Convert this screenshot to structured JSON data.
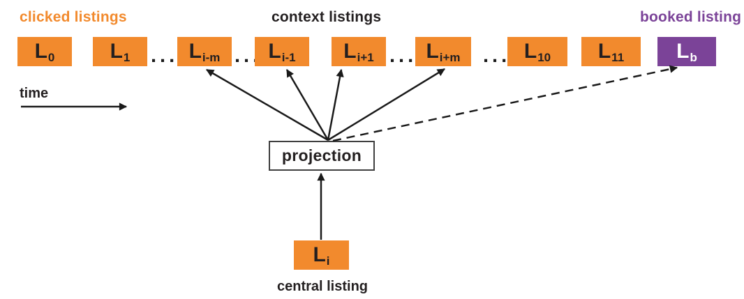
{
  "labels": {
    "clicked": "clicked listings",
    "context": "context listings",
    "booked": "booked listing",
    "time": "time",
    "projection": "projection",
    "central": "central listing"
  },
  "row": {
    "dots": "...",
    "boxes": {
      "l0": {
        "base": "L",
        "sub": "0"
      },
      "l1": {
        "base": "L",
        "sub": "1"
      },
      "lim": {
        "base": "L",
        "sub": "i-m"
      },
      "lim1": {
        "base": "L",
        "sub": "i-1"
      },
      "lip1": {
        "base": "L",
        "sub": "i+1"
      },
      "lipm": {
        "base": "L",
        "sub": "i+m"
      },
      "l10": {
        "base": "L",
        "sub": "10"
      },
      "l11": {
        "base": "L",
        "sub": "11"
      },
      "lb": {
        "base": "L",
        "sub": "b"
      }
    }
  },
  "model": {
    "central_box": {
      "base": "L",
      "sub": "i"
    }
  },
  "colors": {
    "clicked_orange": "#F28A2D",
    "booked_purple": "#7B4398",
    "text_dark": "#231F20",
    "arrow_black": "#1A1A1A"
  }
}
